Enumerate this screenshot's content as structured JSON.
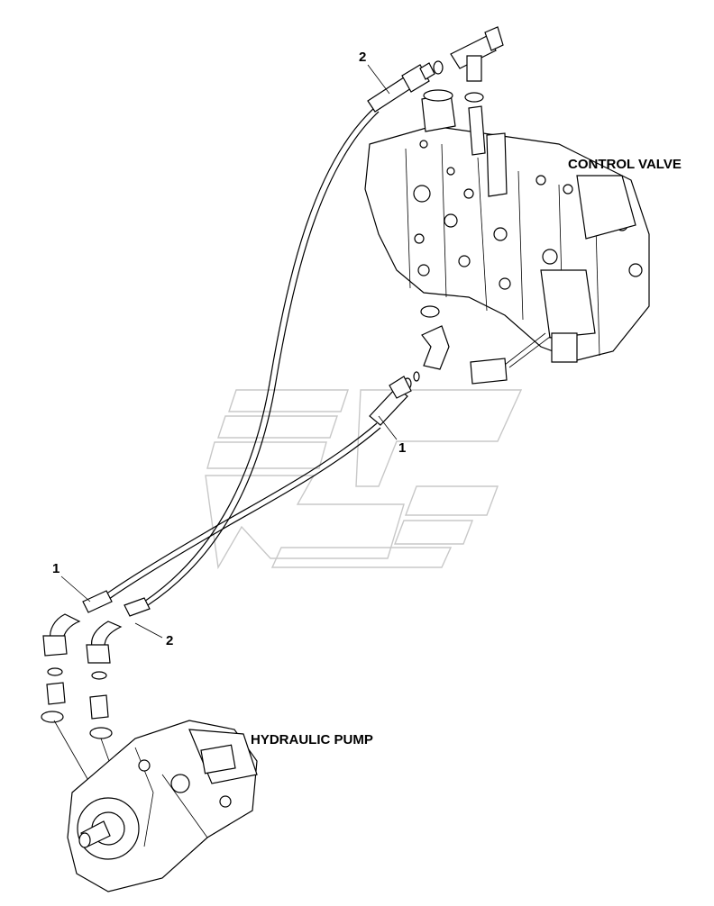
{
  "labels": {
    "control_valve": "CONTROL VALVE",
    "hydraulic_pump": "HYDRAULIC PUMP"
  },
  "callouts": {
    "top_hose_2": "2",
    "mid_hose_1": "1",
    "pump_hose_1": "1",
    "pump_hose_2": "2"
  }
}
